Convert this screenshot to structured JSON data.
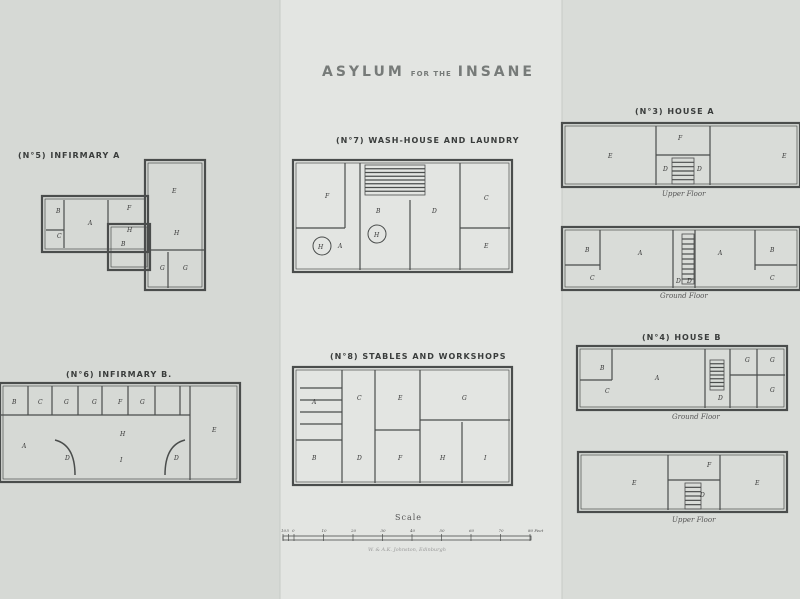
{
  "title": {
    "part1": "ASYLUM",
    "part2": "FOR THE",
    "part3": "INSANE"
  },
  "plans": {
    "infirmary_a": {
      "title": "(N°5)  INFIRMARY  A",
      "rooms": [
        "A",
        "B",
        "C",
        "E",
        "F",
        "H",
        "H",
        "B",
        "G",
        "G"
      ]
    },
    "infirmary_b": {
      "title": "(N°6)  INFIRMARY  B.",
      "rooms": [
        "B",
        "C",
        "G",
        "F",
        "G",
        "G",
        "A",
        "H",
        "E",
        "D",
        "D",
        "I"
      ]
    },
    "wash_house": {
      "title": "(N°7)  WASH-HOUSE AND LAUNDRY",
      "rooms": [
        "F",
        "A",
        "B",
        "D",
        "C",
        "E",
        "H",
        "H"
      ]
    },
    "stables": {
      "title": "(N°8)  STABLES AND WORKSHOPS",
      "rooms": [
        "A",
        "C",
        "E",
        "G",
        "B",
        "D",
        "F",
        "H",
        "I"
      ]
    },
    "house_a": {
      "title": "(N°3)  HOUSE  A",
      "upper_caption": "Upper Floor",
      "ground_caption": "Ground Floor",
      "upper_rooms": [
        "E",
        "F",
        "E",
        "D",
        "D"
      ],
      "ground_rooms": [
        "B",
        "A",
        "A",
        "B",
        "C",
        "C",
        "D",
        "D"
      ]
    },
    "house_b": {
      "title": "(N°4)  HOUSE  B",
      "ground_caption": "Ground Floor",
      "upper_caption": "Upper Floor",
      "ground_rooms": [
        "B",
        "A",
        "C",
        "G",
        "G",
        "D",
        "G"
      ],
      "upper_rooms": [
        "F",
        "E",
        "E",
        "D"
      ]
    }
  },
  "scale": {
    "label": "Scale",
    "ticks": [
      "10",
      "5",
      "0",
      "10",
      "20",
      "30",
      "40",
      "50",
      "60",
      "70",
      "80 Feet"
    ],
    "imprint": "W. & A.K. Johnston, Edinburgh"
  },
  "colors": {
    "paper": "#d8dbd7",
    "paper_center": "#e3e5e2",
    "ink": "#4a4d4c"
  }
}
